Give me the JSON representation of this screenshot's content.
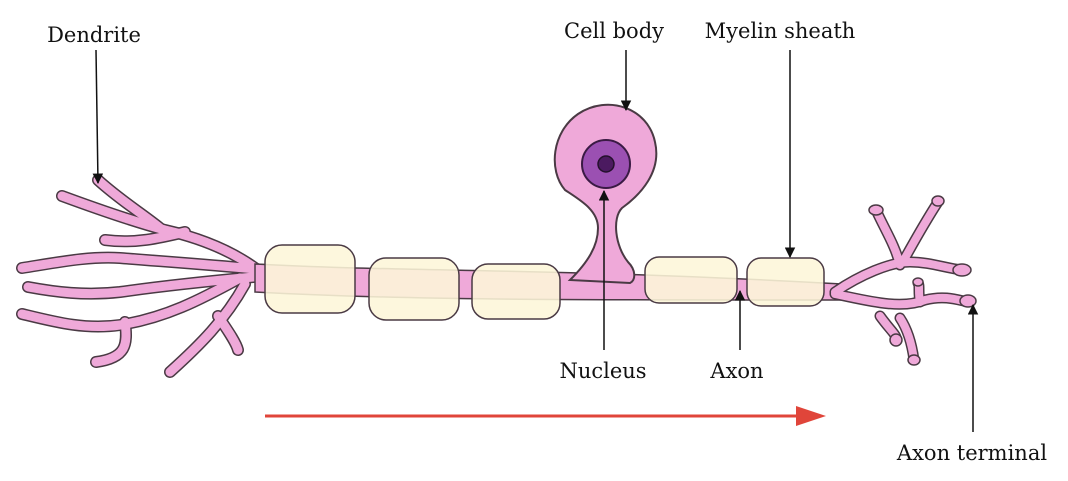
{
  "labels": {
    "dendrite": "Dendrite",
    "cell_body": "Cell body",
    "myelin_sheath": "Myelin sheath",
    "nucleus": "Nucleus",
    "axon": "Axon",
    "axon_terminal": "Axon terminal"
  },
  "colors": {
    "neuron_fill": "#efa9d9",
    "neuron_stroke": "#4a3a44",
    "myelin_fill": "#fdf6d8",
    "nucleus_fill": "#9b50b2",
    "nucleolus_fill": "#4b1a60",
    "arrow": "#e0453a",
    "leader": "#111111"
  },
  "icons": {
    "signal_direction": "right-arrow"
  }
}
